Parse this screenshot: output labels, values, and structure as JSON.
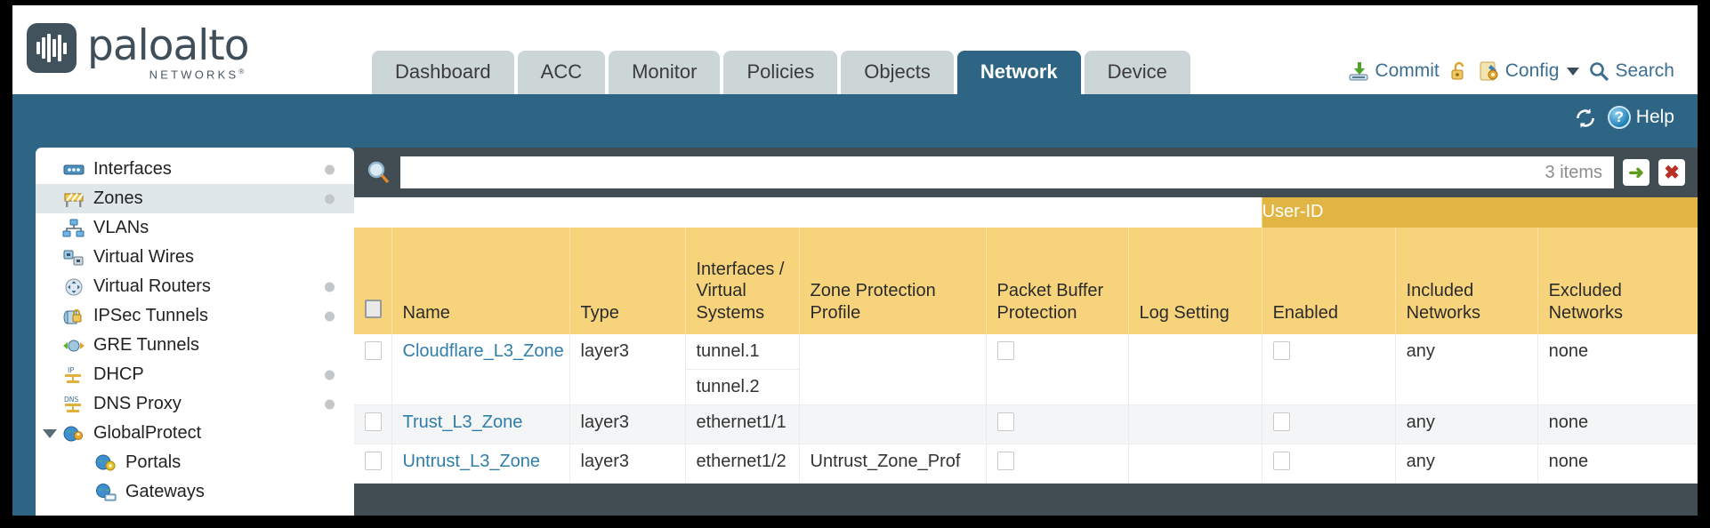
{
  "brand": {
    "name": "paloalto",
    "tagline": "NETWORKS",
    "registered": "®"
  },
  "nav": {
    "tabs": [
      {
        "label": "Dashboard",
        "active": false
      },
      {
        "label": "ACC",
        "active": false
      },
      {
        "label": "Monitor",
        "active": false
      },
      {
        "label": "Policies",
        "active": false
      },
      {
        "label": "Objects",
        "active": false
      },
      {
        "label": "Network",
        "active": true
      },
      {
        "label": "Device",
        "active": false
      }
    ]
  },
  "topright": {
    "commit": "Commit",
    "config": "Config",
    "search": "Search",
    "lock_icon": "unlock-icon",
    "commit_icon": "commit-save-icon",
    "config_icon": "config-wrench-icon",
    "search_icon": "search-magnifier-icon"
  },
  "toolbar": {
    "refresh_icon": "refresh-icon",
    "help": "Help",
    "help_icon": "help-question-icon"
  },
  "sidebar": {
    "items": [
      {
        "label": "Interfaces",
        "icon": "interfaces-icon",
        "dot": true,
        "selected": false,
        "child": false,
        "twisty": false
      },
      {
        "label": "Zones",
        "icon": "zones-barrier-icon",
        "dot": true,
        "selected": true,
        "child": false,
        "twisty": false
      },
      {
        "label": "VLANs",
        "icon": "vlans-network-icon",
        "dot": false,
        "selected": false,
        "child": false,
        "twisty": false
      },
      {
        "label": "Virtual Wires",
        "icon": "virtual-wires-icon",
        "dot": false,
        "selected": false,
        "child": false,
        "twisty": false
      },
      {
        "label": "Virtual Routers",
        "icon": "virtual-routers-icon",
        "dot": true,
        "selected": false,
        "child": false,
        "twisty": false
      },
      {
        "label": "IPSec Tunnels",
        "icon": "ipsec-tunnels-lock-icon",
        "dot": true,
        "selected": false,
        "child": false,
        "twisty": false
      },
      {
        "label": "GRE Tunnels",
        "icon": "gre-tunnels-icon",
        "dot": false,
        "selected": false,
        "child": false,
        "twisty": false
      },
      {
        "label": "DHCP",
        "icon": "dhcp-ip-icon",
        "dot": true,
        "selected": false,
        "child": false,
        "twisty": false
      },
      {
        "label": "DNS Proxy",
        "icon": "dns-proxy-icon",
        "dot": true,
        "selected": false,
        "child": false,
        "twisty": false
      },
      {
        "label": "GlobalProtect",
        "icon": "globalprotect-icon",
        "dot": false,
        "selected": false,
        "child": false,
        "twisty": true
      },
      {
        "label": "Portals",
        "icon": "portals-icon",
        "dot": false,
        "selected": false,
        "child": true,
        "twisty": false
      },
      {
        "label": "Gateways",
        "icon": "gateways-icon",
        "dot": false,
        "selected": false,
        "child": true,
        "twisty": false
      }
    ]
  },
  "search": {
    "value": "",
    "placeholder": "",
    "items_count": "3 items",
    "apply_label": "➜",
    "clear_label": "✖"
  },
  "table": {
    "group_header": "User-ID",
    "columns": [
      "Name",
      "Type",
      "Interfaces / Virtual Systems",
      "Zone Protection Profile",
      "Packet Buffer Protection",
      "Log Setting",
      "Enabled",
      "Included Networks",
      "Excluded Networks"
    ],
    "rows": [
      {
        "selected": false,
        "name": "Cloudflare_L3_Zone",
        "type": "layer3",
        "interfaces": [
          "tunnel.1",
          "tunnel.2"
        ],
        "zone_protection_profile": "",
        "packet_buffer_protection": false,
        "log_setting": "",
        "userid_enabled": false,
        "included_networks": "any",
        "excluded_networks": "none"
      },
      {
        "selected": false,
        "name": "Trust_L3_Zone",
        "type": "layer3",
        "interfaces": [
          "ethernet1/1"
        ],
        "zone_protection_profile": "",
        "packet_buffer_protection": false,
        "log_setting": "",
        "userid_enabled": false,
        "included_networks": "any",
        "excluded_networks": "none"
      },
      {
        "selected": false,
        "name": "Untrust_L3_Zone",
        "type": "layer3",
        "interfaces": [
          "ethernet1/2"
        ],
        "zone_protection_profile": "Untrust_Zone_Prof",
        "packet_buffer_protection": false,
        "log_setting": "",
        "userid_enabled": false,
        "included_networks": "any",
        "excluded_networks": "none"
      }
    ]
  },
  "colors": {
    "teal": "#2e6484",
    "dark_slate": "#414c53",
    "header_amber": "#f7d47c",
    "group_amber": "#e0b544",
    "link_blue": "#2e7ea8",
    "tab_grey": "#ccd6d6"
  }
}
